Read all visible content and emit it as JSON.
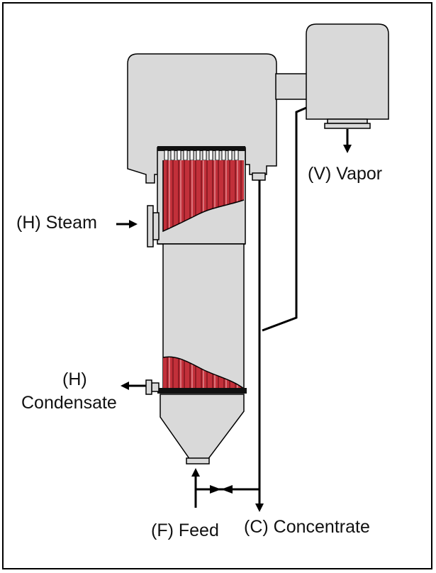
{
  "labels": {
    "vapor": "(V) Vapor",
    "steam": "(H) Steam",
    "condensate_h": "(H)",
    "condensate": "Condensate",
    "feed": "(F) Feed",
    "concentrate": "(C) Concentrate"
  },
  "colors": {
    "shell_fill": "#d9d9d9",
    "outline": "#000000",
    "tube_red": "#c2303a",
    "tube_dark": "#8a1c24",
    "background": "#ffffff"
  }
}
